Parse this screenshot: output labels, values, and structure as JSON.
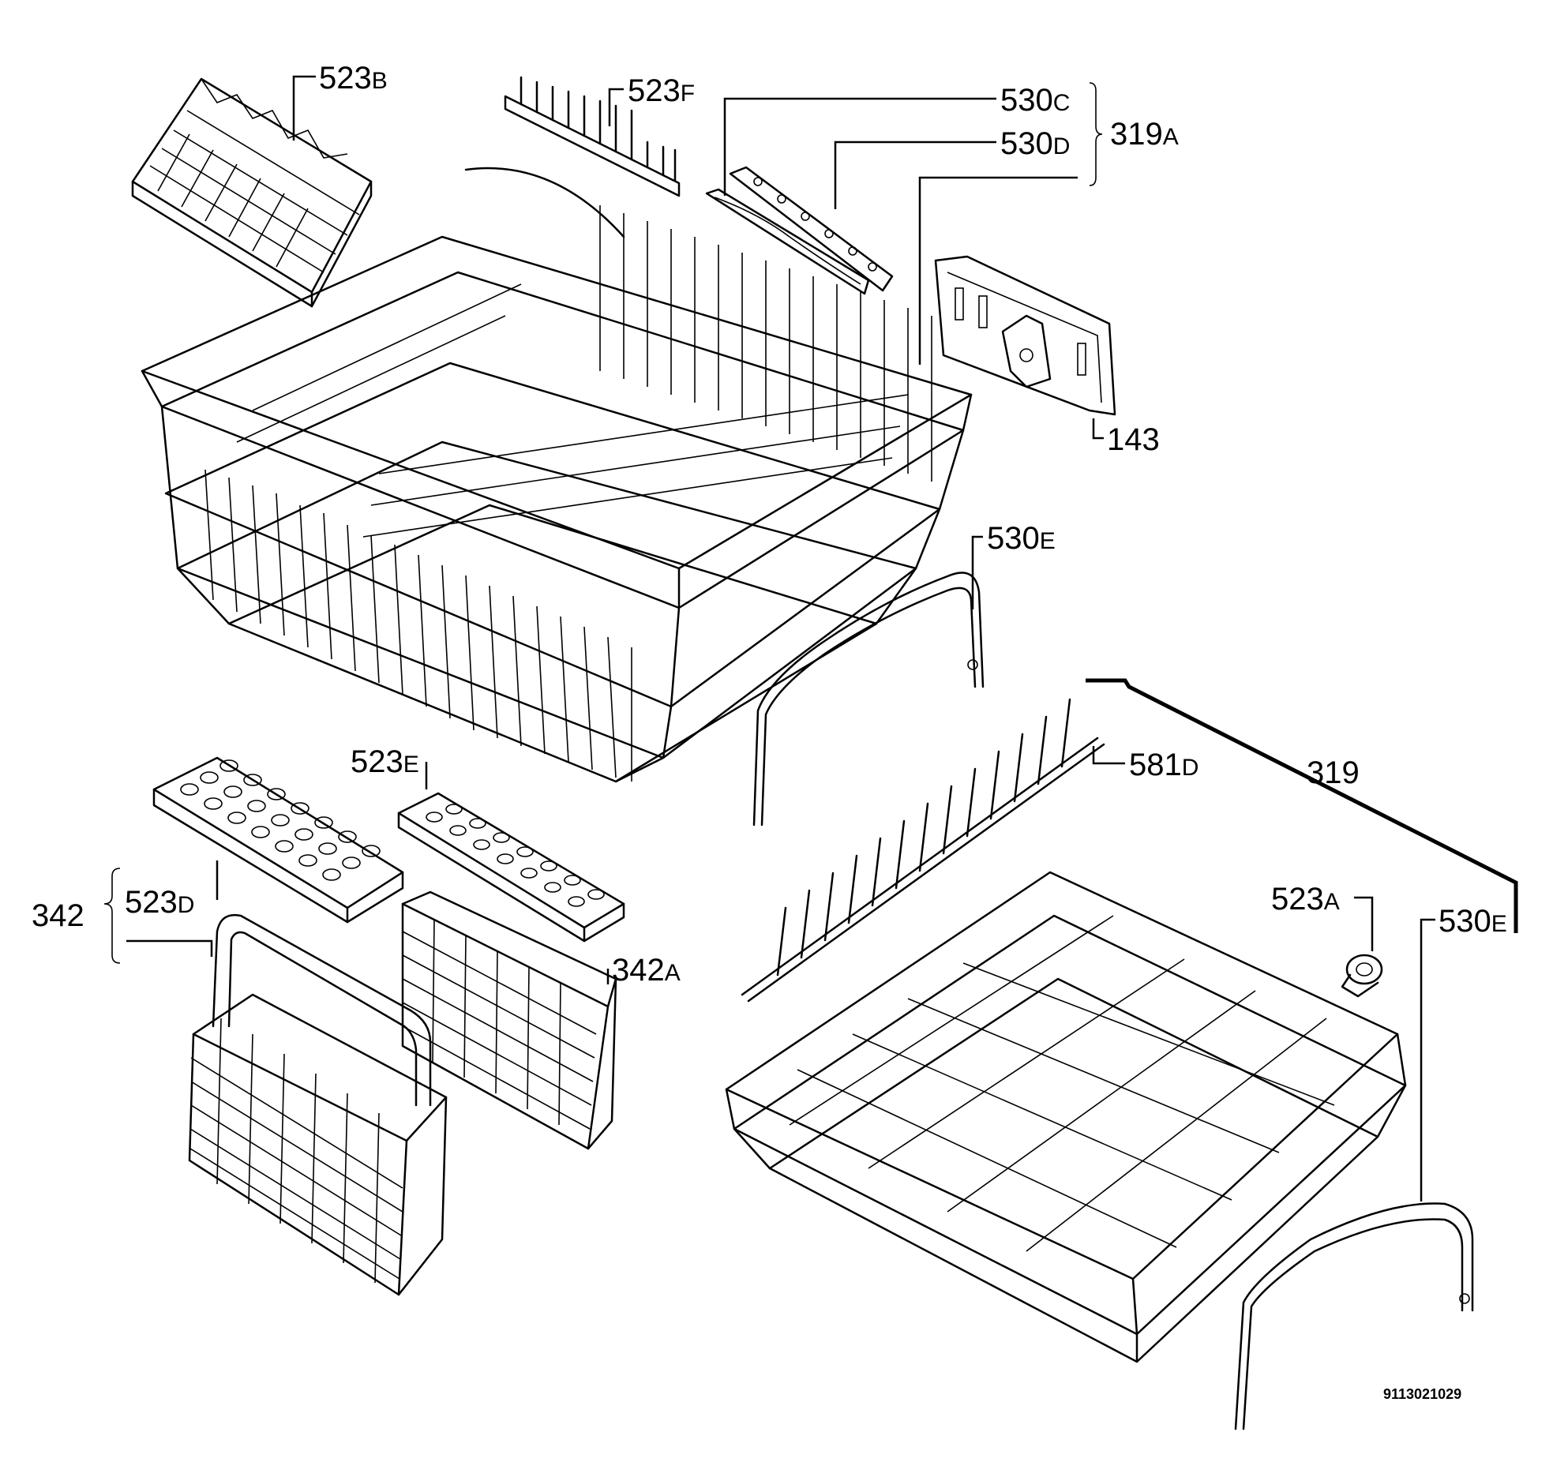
{
  "diagram": {
    "document_number": "9113021029",
    "parts": [
      {
        "id": "p523B",
        "code": "523",
        "suffix": "B"
      },
      {
        "id": "p523F",
        "code": "523",
        "suffix": "F"
      },
      {
        "id": "p530C",
        "code": "530",
        "suffix": "C"
      },
      {
        "id": "p530D",
        "code": "530",
        "suffix": "D"
      },
      {
        "id": "p319A",
        "code": "319",
        "suffix": "A"
      },
      {
        "id": "p143",
        "code": "143",
        "suffix": ""
      },
      {
        "id": "p530E_top",
        "code": "530",
        "suffix": "E"
      },
      {
        "id": "p523E",
        "code": "523",
        "suffix": "E"
      },
      {
        "id": "p581D",
        "code": "581",
        "suffix": "D"
      },
      {
        "id": "p319",
        "code": "319",
        "suffix": ""
      },
      {
        "id": "p342",
        "code": "342",
        "suffix": ""
      },
      {
        "id": "p523D",
        "code": "523",
        "suffix": "D"
      },
      {
        "id": "p342A",
        "code": "342",
        "suffix": "A"
      },
      {
        "id": "p523A",
        "code": "523",
        "suffix": "A"
      },
      {
        "id": "p530E_right",
        "code": "530",
        "suffix": "E"
      }
    ]
  }
}
